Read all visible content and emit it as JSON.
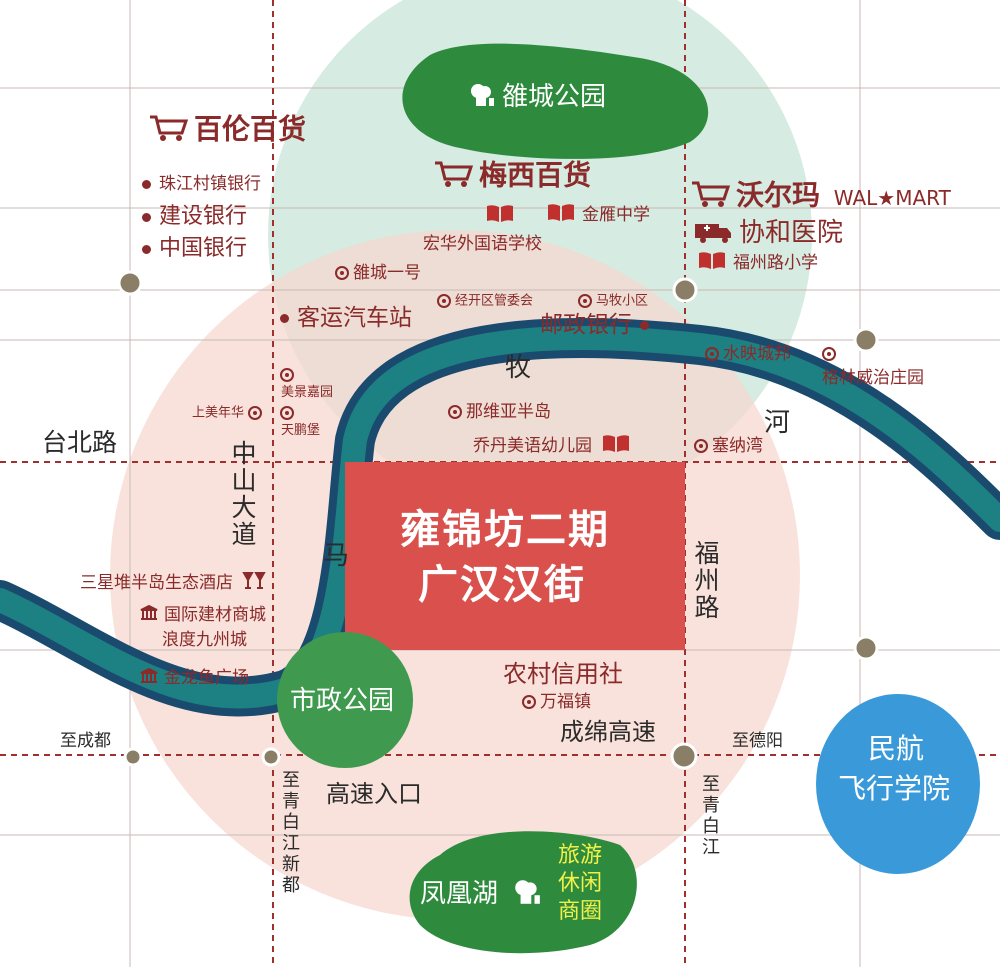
{
  "colors": {
    "road": "#a0302e",
    "river_outer": "#1a4a6e",
    "river_inner": "#1f8a86",
    "park": "#2e8b3e",
    "project": "#d9504c",
    "airport": "#3a9ad9",
    "label": "#8b2a2a",
    "circle_green": "#cfe8dc",
    "circle_pink": "#f6d8cf"
  },
  "project": {
    "line1": "雍锦坊二期",
    "line2": "广汉汉街"
  },
  "parks": {
    "top": "雒城公园",
    "municipal": "市政公园",
    "lake": "凤凰湖",
    "lake_tag": [
      "旅游",
      "休闲",
      "商圈"
    ]
  },
  "airport": {
    "line1": "民航",
    "line2": "飞行学院"
  },
  "river": {
    "chars": [
      "牧",
      "马",
      "河"
    ]
  },
  "stores": {
    "bailun": "百伦百货",
    "meixi": "梅西百货",
    "walmart": "沃尔玛",
    "walmart_en": "WAL★MART"
  },
  "banks": [
    "珠江村镇银行",
    "建设银行",
    "中国银行"
  ],
  "places": {
    "jingang_school": "金雁中学",
    "honghua_school": "宏华外国语学校",
    "xiehe": "协和医院",
    "fuzhou_school": "福州路小学",
    "luocheng1": "雒城一号",
    "jingkai": "经开区管委会",
    "mamu": "马牧小区",
    "bus_station": "客运汽车站",
    "post_bank": "邮政银行",
    "shuiying": "水映城邦",
    "greenwich": "格林威治庄园",
    "meijing": "美景嘉园",
    "shangmei": "上美年华",
    "tianpeng": "天鹏堡",
    "naweiya": "那维亚半岛",
    "qiaodan": "乔丹美语幼儿园",
    "saina": "塞纳湾",
    "sanxingdui": "三星堆半岛生态酒店",
    "jiancai": "国际建材商城",
    "langdu": "浪度九州城",
    "jinlongyu": "金龙鱼广场",
    "nongcun": "农村信用社",
    "wanfu": "万福镇"
  },
  "roads": {
    "taibei": "台北路",
    "zhongshan": "中山大道",
    "fuzhou": "福州路",
    "chengmian": "成绵高速",
    "to_chengdu": "至成都",
    "to_deyang": "至德阳",
    "highway_entry": "高速入口",
    "to_qingbaijiang_xindu": "至青白江新都",
    "to_qingbaijiang": "至青白江"
  }
}
